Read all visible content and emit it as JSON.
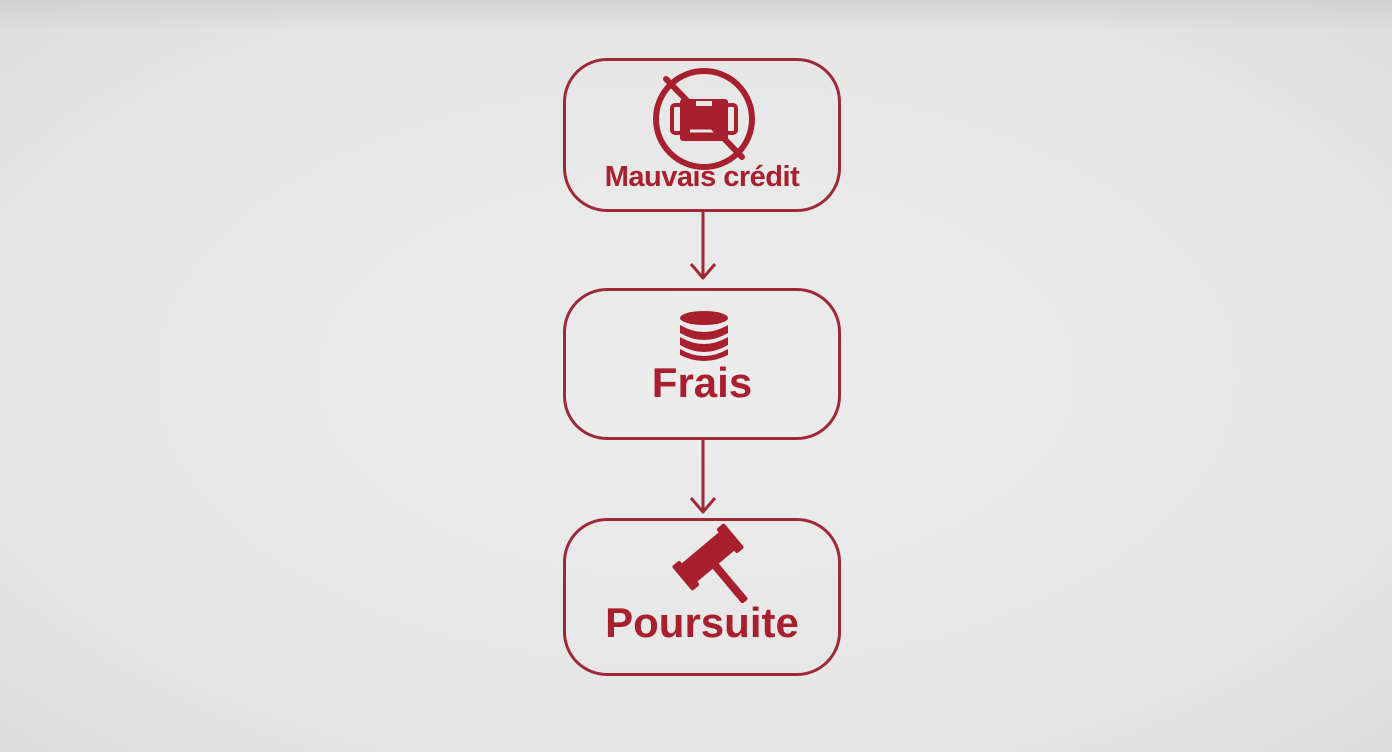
{
  "diagram": {
    "nodes": [
      {
        "id": "mauvais-credit",
        "label": "Mauvais crédit",
        "icon": "no-credit-card-icon"
      },
      {
        "id": "frais",
        "label": "Frais",
        "icon": "coin-stack-icon"
      },
      {
        "id": "poursuite",
        "label": "Poursuite",
        "icon": "gavel-icon"
      }
    ],
    "edges": [
      {
        "from": "mauvais-credit",
        "to": "frais"
      },
      {
        "from": "frais",
        "to": "poursuite"
      }
    ],
    "colors": {
      "accent": "#a8202e",
      "outline": "#9e2a38",
      "background": "#e8e8e8"
    }
  }
}
